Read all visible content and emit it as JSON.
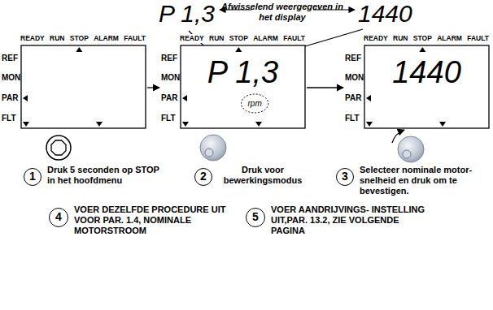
{
  "diagram": {
    "nodes": [
      {
        "text": [
          "READY",
          "RUN",
          "STOP",
          "ALARM",
          "FAULT",
          "REF",
          "MON",
          "PAR",
          "FLT"
        ]
      },
      {
        "text": [
          "READY",
          "RUN",
          "STOP",
          "ALARM",
          "FAULT",
          "REF",
          "MON",
          "PAR",
          "FLT",
          "P 1,3",
          "rpm"
        ]
      },
      {
        "text": [
          "READY",
          "RUN",
          "STOP",
          "ALARM",
          "FAULT",
          "REF",
          "MON",
          "PAR",
          "FLT",
          "1440"
        ]
      },
      {
        "text": [
          "1",
          "Druk 5 seconden op STOP in het hoofdmenu"
        ]
      },
      {
        "text": [
          "2",
          "Druk voor bewerkingsmodus"
        ]
      },
      {
        "text": [
          "3",
          "Selecteer nominale motor- snelheid en druk om te bevestigen."
        ]
      },
      {
        "text": [
          "4",
          "VOER DEZELFDE PROCEDURE UIT VOOR PAR. 1.4, NOMINALE MOTORSTROOM"
        ]
      },
      {
        "text": [
          "5",
          "VOER AANDRIJVINGS- INSTELLING UIT,PAR. 13.2, ZIE VOLGENDE PAGINA"
        ]
      }
    ],
    "edges": [
      {
        "from": 0,
        "to": 1,
        "arrow": "to"
      },
      {
        "from": 1,
        "to": 2,
        "arrow": "to"
      }
    ],
    "labels": [
      "P 1,3",
      "Afwisselend weergegeven in het display",
      "1440"
    ]
  }
}
